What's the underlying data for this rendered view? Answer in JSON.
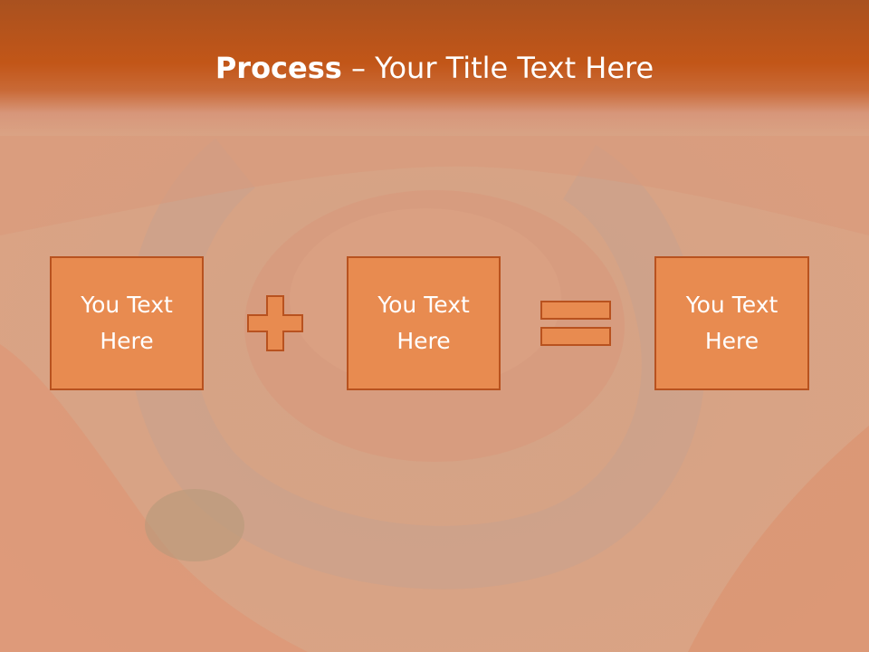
{
  "slide": {
    "title_bold": "Process",
    "title_rest": " – Your Title Text Here",
    "boxes": [
      {
        "text": "You Text Here"
      },
      {
        "text": "You Text Here"
      },
      {
        "text": "You Text Here"
      }
    ],
    "operators": [
      "plus",
      "equals"
    ]
  },
  "colors": {
    "title_band": "#c25618",
    "box_fill": "#e88b50",
    "box_border": "#b8521f",
    "background": "#d9a184"
  }
}
